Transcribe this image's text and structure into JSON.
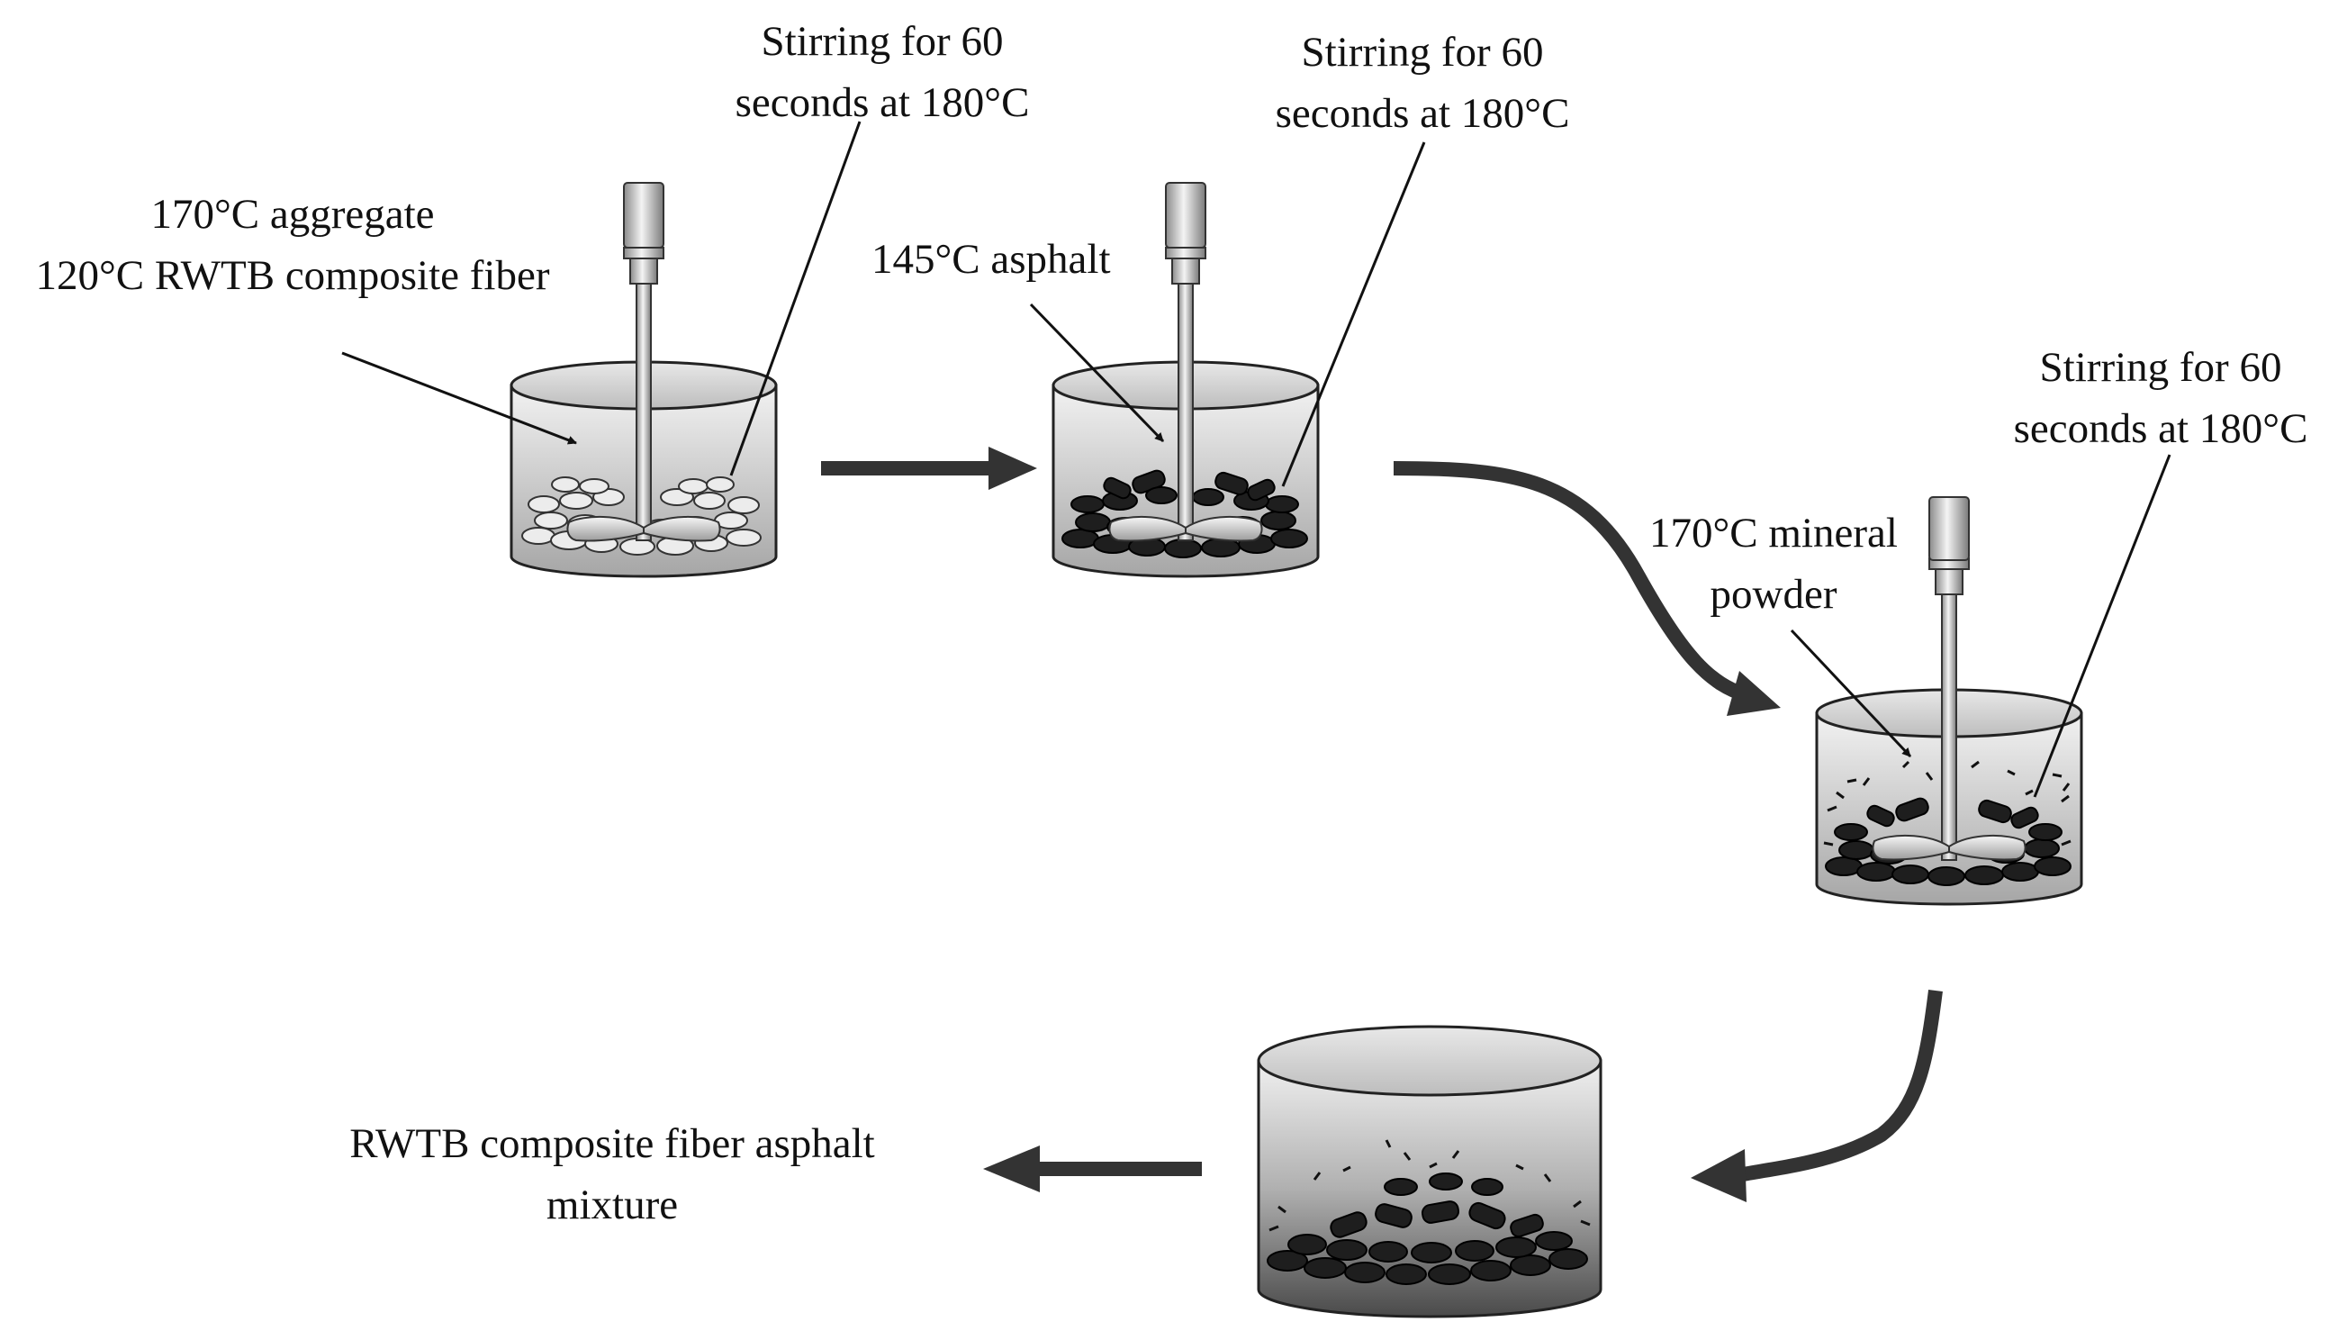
{
  "steps": {
    "step1": {
      "label_top_1": "Stirring for 60",
      "label_top_2": "seconds at 180°C",
      "input_1": "170°C aggregate",
      "input_2": "120°C RWTB composite fiber"
    },
    "step2": {
      "label_top_1": "Stirring for 60",
      "label_top_2": "seconds at 180°C",
      "input": "145°C asphalt"
    },
    "step3": {
      "label_top_1": "Stirring for 60",
      "label_top_2": "seconds at 180°C",
      "input_1": "170°C mineral",
      "input_2": "powder"
    },
    "result": {
      "line_1": "RWTB composite fiber asphalt",
      "line_2": "mixture"
    }
  },
  "colors": {
    "text": "#111111",
    "arrow": "#333333",
    "beaker_glass": "#d6d6d6",
    "aggregate_light": "#e9e9e9",
    "aggregate_dark": "#1e1e1e"
  }
}
